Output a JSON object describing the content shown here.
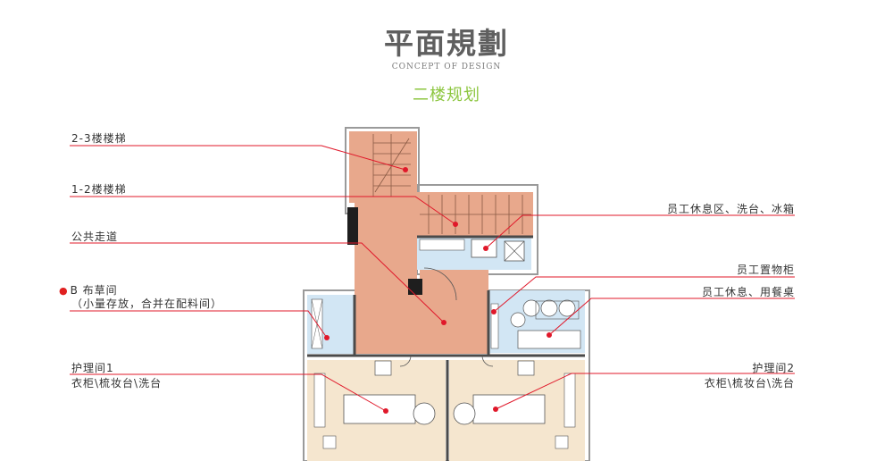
{
  "header": {
    "title": "平面規劃",
    "subtitle": "CONCEPT OF DESIGN",
    "floor": "二楼规划"
  },
  "labels": {
    "stair_23": "2-3楼楼梯",
    "stair_12": "1-2楼楼梯",
    "corridor": "公共走道",
    "linen_line1": "B 布草间",
    "linen_line2": "（小量存放，合并在配料间）",
    "nursing1_line1": "护理间1",
    "nursing1_line2": "衣柜\\梳妆台\\洗台",
    "staff_rest_sink_fridge": "员工休息区、洗台、冰箱",
    "staff_locker": "员工置物柜",
    "staff_rest_table": "员工休息、用餐桌",
    "nursing2_line1": "护理间2",
    "nursing2_line2": "衣柜\\梳妆台\\洗台"
  },
  "colors": {
    "salmon": "#e8a88c",
    "blue": "#d2e6f4",
    "beige": "#f5e6cf",
    "wall": "#4a4a4a",
    "leader": "#e0182a",
    "accent_green": "#8cc63f"
  }
}
